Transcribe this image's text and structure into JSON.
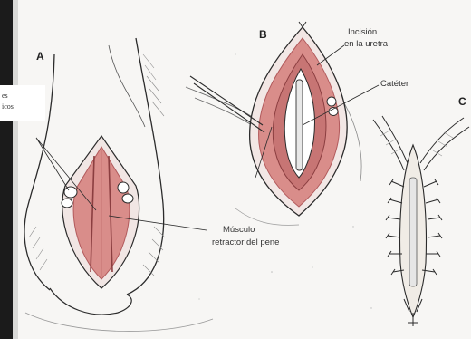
{
  "figure": {
    "panels": {
      "a": {
        "letter": "A"
      },
      "b": {
        "letter": "B"
      },
      "c": {
        "letter": "C"
      }
    },
    "labels": {
      "incision_line1": "Incisión",
      "incision_line2": "en la uretra",
      "catheter": "Catéter",
      "muscle_line1": "Músculo",
      "muscle_line2": "retractor del pene"
    },
    "cropped_text": {
      "line1": "es",
      "line2": "icos"
    },
    "colors": {
      "tissue": "#d98d8a",
      "tissue_dark": "#b25a5c",
      "line": "#2b2b2b",
      "background": "#f7f6f4"
    }
  }
}
